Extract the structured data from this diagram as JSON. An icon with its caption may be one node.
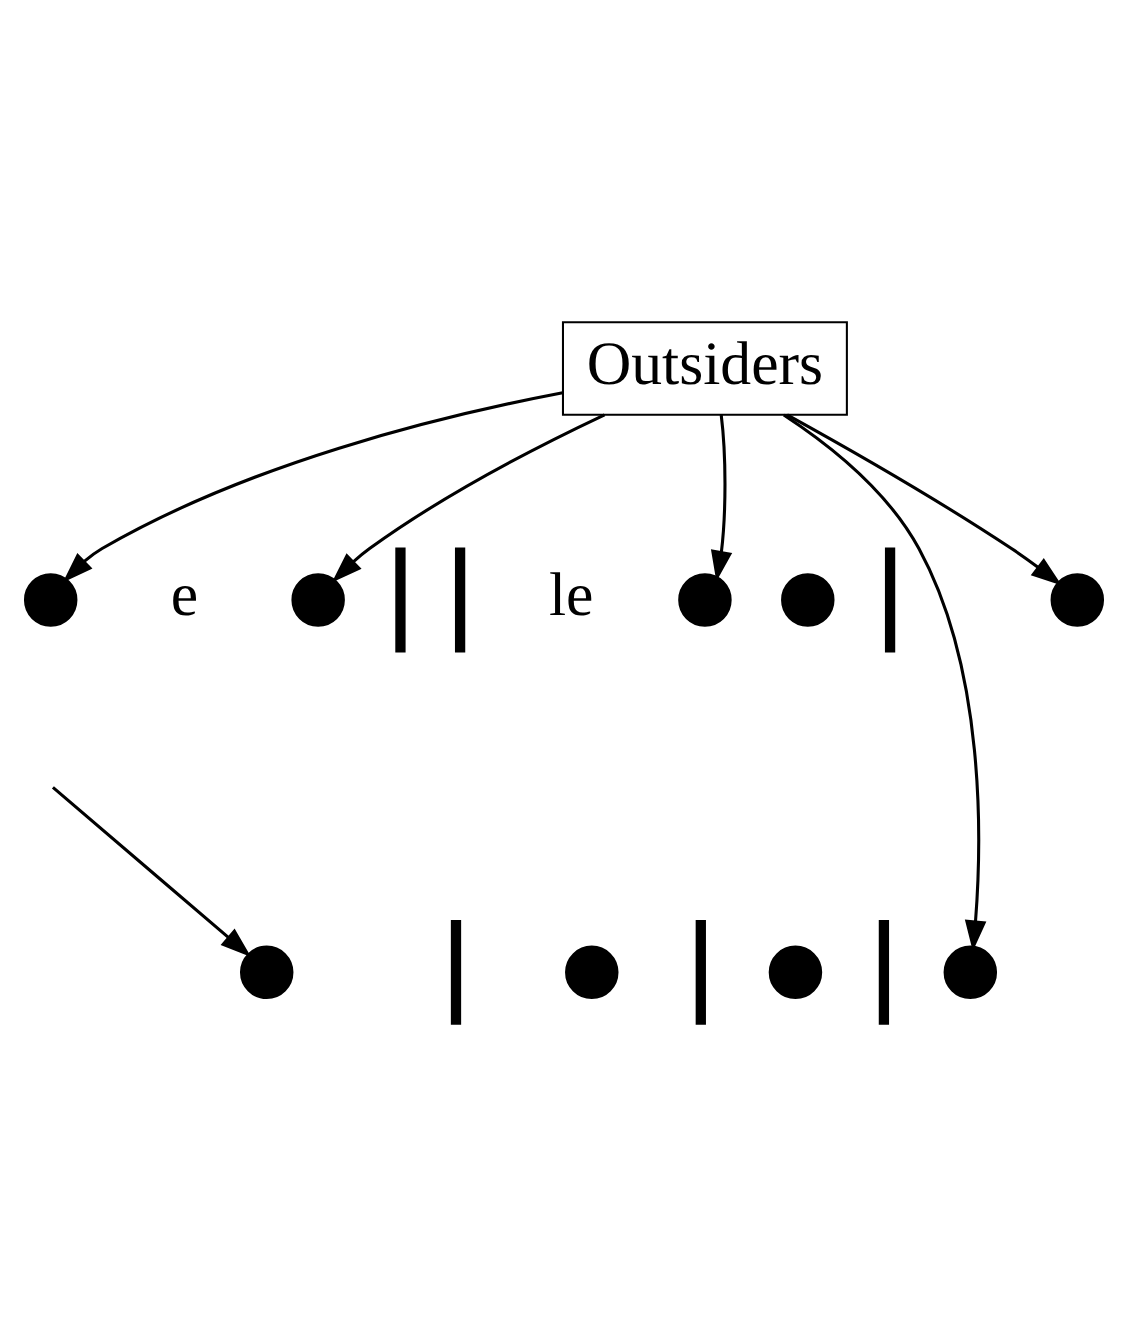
{
  "diagram": {
    "nodes": [
      {
        "text": [
          "Outsiders"
        ]
      },
      {
        "text": [],
        "shape": "circle"
      },
      {
        "text": [],
        "shape": "circle"
      },
      {
        "text": [],
        "shape": "circle"
      },
      {
        "text": [],
        "shape": "circle"
      },
      {
        "text": [],
        "shape": "circle"
      },
      {
        "text": [],
        "shape": "circle"
      },
      {
        "text": [],
        "shape": "circle"
      },
      {
        "text": [],
        "shape": "circle"
      },
      {
        "text": [],
        "shape": "circle"
      }
    ],
    "edges": [
      {
        "from": 0,
        "to": 1,
        "arrow": "to"
      },
      {
        "from": 0,
        "to": 2,
        "arrow": "to"
      },
      {
        "from": 0,
        "to": 3,
        "arrow": "to"
      },
      {
        "from": 0,
        "to": 5,
        "arrow": "to"
      },
      {
        "from": 0,
        "to": 9,
        "arrow": "to"
      },
      {
        "from": null,
        "to": 6,
        "arrow": "to"
      }
    ],
    "labels": [
      "e",
      "le"
    ]
  }
}
